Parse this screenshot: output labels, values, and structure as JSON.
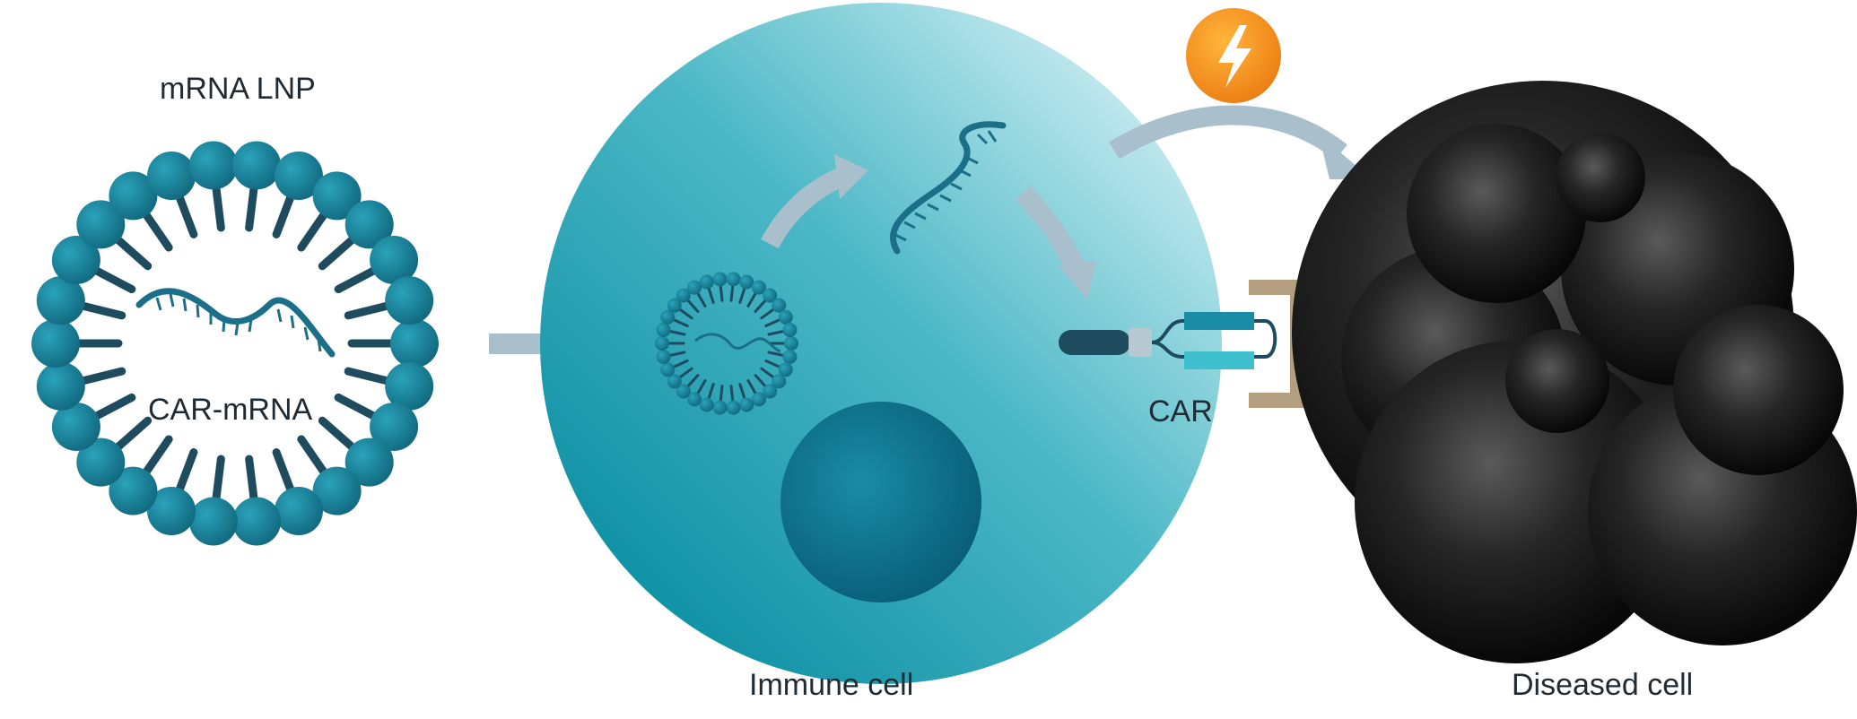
{
  "labels": {
    "lnp_title": "mRNA LNP",
    "lnp_cargo": "CAR-mRNA",
    "receptor": "CAR",
    "immune_cell": "Immune cell",
    "diseased_cell": "Diseased cell"
  },
  "colors": {
    "lipid_head": "#1a7f96",
    "lipid_tail": "#1f4b5e",
    "arrow": "#a9bfcc",
    "immune_cell_light": "#b9e8ee",
    "immune_cell_dark": "#0e8aa0",
    "nucleus": "#0b6f8a",
    "car_beige": "#b39f80",
    "bolt_orange": "#f39a1c",
    "diseased_cell": "#111111"
  },
  "icons": {
    "activation": "lightning-bolt-icon"
  }
}
